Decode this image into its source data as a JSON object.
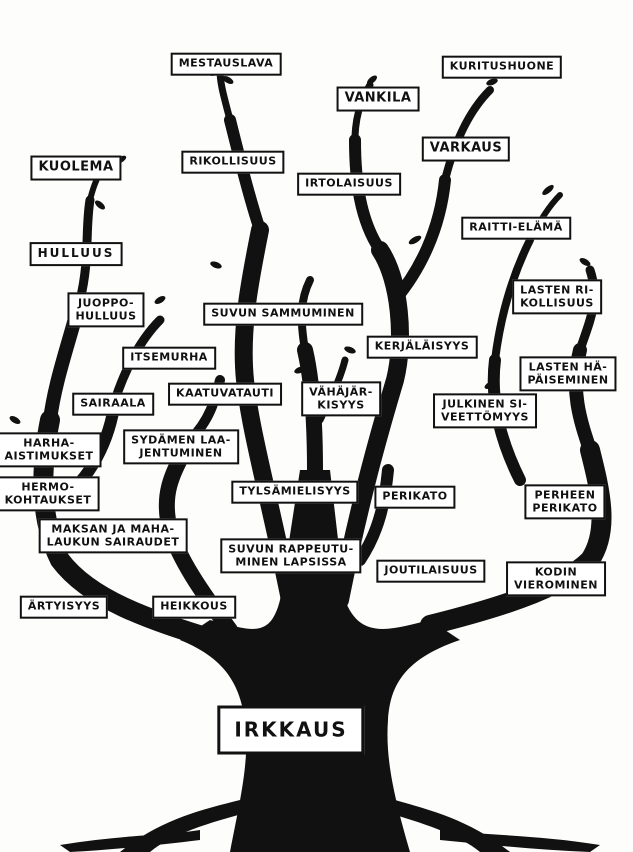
{
  "diagram": {
    "root": "IRKKAUS",
    "nodes": [
      {
        "id": "mestauslava",
        "lines": [
          "MESTAUSLAVA"
        ]
      },
      {
        "id": "vankila",
        "lines": [
          "VANKILA"
        ]
      },
      {
        "id": "kuritushuone",
        "lines": [
          "KURITUSHUONE"
        ]
      },
      {
        "id": "kuolema",
        "lines": [
          "KUOLEMA"
        ]
      },
      {
        "id": "rikollisuus",
        "lines": [
          "RIKOLLISUUS"
        ]
      },
      {
        "id": "varkaus",
        "lines": [
          "VARKAUS"
        ]
      },
      {
        "id": "irtolaisuus",
        "lines": [
          "IRTOLAISUUS"
        ]
      },
      {
        "id": "hulluus",
        "lines": [
          "HULLUUS"
        ]
      },
      {
        "id": "raitti-elama",
        "lines": [
          "RAITTI-ELÄMÄ"
        ]
      },
      {
        "id": "juoppohulluus",
        "lines": [
          "JUOPPO-",
          "HULLUUS"
        ]
      },
      {
        "id": "lasten-rikollisuus",
        "lines": [
          "LASTEN RI-",
          "KOLLISUUS"
        ]
      },
      {
        "id": "suvun-sammuminen",
        "lines": [
          "SUVUN SAMMUMINEN"
        ]
      },
      {
        "id": "kerjalaisyys",
        "lines": [
          "KERJÄLÄISYYS"
        ]
      },
      {
        "id": "itsemurha",
        "lines": [
          "ITSEMURHA"
        ]
      },
      {
        "id": "lasten-paiseminen",
        "lines": [
          "LASTEN HÄ-",
          "PÄISEMINEN"
        ]
      },
      {
        "id": "kaatuvatauti",
        "lines": [
          "KAATUVATAUTI"
        ]
      },
      {
        "id": "vahajarkisyys",
        "lines": [
          "VÄHÄJÄR-",
          "KISYYS"
        ]
      },
      {
        "id": "sairaala",
        "lines": [
          "SAIRAALA"
        ]
      },
      {
        "id": "julkinen-siveettomyys",
        "lines": [
          "JULKINEN SI-",
          "VEETTÖMYYS"
        ]
      },
      {
        "id": "harha-aistimukset",
        "lines": [
          "HARHA-",
          "AISTIMUKSET"
        ]
      },
      {
        "id": "sydamen-laajentuminen",
        "lines": [
          "SYDÄMEN LAA-",
          "JENTUMINEN"
        ]
      },
      {
        "id": "tylsamielisyys",
        "lines": [
          "TYLSÄMIELISYYS"
        ]
      },
      {
        "id": "perikato",
        "lines": [
          "PERIKATO"
        ]
      },
      {
        "id": "perheen-perikato",
        "lines": [
          "PERHEEN",
          "PERIKATO"
        ]
      },
      {
        "id": "hermokohtaukset",
        "lines": [
          "HERMO-",
          "KOHTAUKSET"
        ]
      },
      {
        "id": "maksan-ja-mahalaukun-sairaudet",
        "lines": [
          "MAKSAN JA MAHA-",
          "LAUKUN SAIRAUDET"
        ]
      },
      {
        "id": "suvun-rappeutuminen-lapsissa",
        "lines": [
          "SUVUN RAPPEUTU-",
          "MINEN LAPSISSA"
        ]
      },
      {
        "id": "joutilaisuus",
        "lines": [
          "JOUTILAISUUS"
        ]
      },
      {
        "id": "kodin-vierominen",
        "lines": [
          "KODIN",
          "VIEROMINEN"
        ]
      },
      {
        "id": "artyisyys",
        "lines": [
          "ÄRTYISYYS"
        ]
      },
      {
        "id": "heikkous",
        "lines": [
          "HEIKKOUS"
        ]
      }
    ]
  },
  "colors": {
    "ink": "#111111",
    "paper": "#fdfdfb",
    "box": "#ffffff"
  }
}
